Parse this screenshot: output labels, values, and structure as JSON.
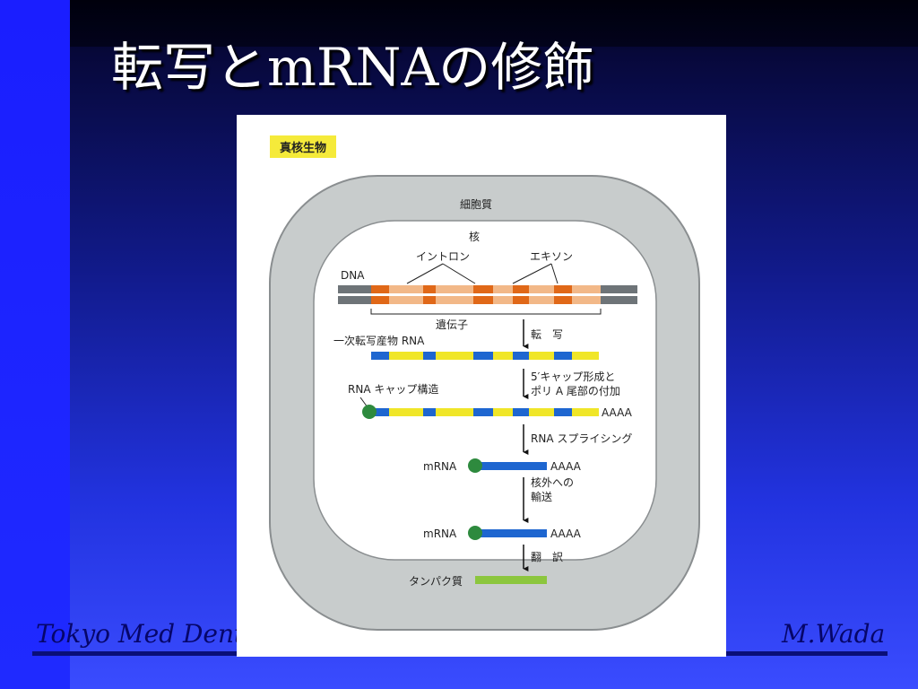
{
  "slide": {
    "title": "転写とmRNAの修飾",
    "footer_left": "Tokyo Med Dent U",
    "footer_right": "M.Wada"
  },
  "figure": {
    "organism_label": "真核生物",
    "cytoplasm_label": "細胞質",
    "nucleus_label": "核",
    "intron_label": "イントロン",
    "exon_label": "エキソン",
    "dna_label": "DNA",
    "gene_label": "遺伝子",
    "step_transcription": "転　写",
    "primary_transcript_label": "一次転写産物 RNA",
    "step_capping_line1": "5′キャップ形成と",
    "step_capping_line2": "ポリ A 尾部の付加",
    "cap_label": "RNA キャップ構造",
    "polya_tail": "AAAA",
    "step_splicing": "RNA スプライシング",
    "mrna_label": "mRNA",
    "step_export_line1": "核外への",
    "step_export_line2": "輸送",
    "step_translation": "翻　訳",
    "protein_label": "タンパク質"
  },
  "colors": {
    "cytoplasm": "#c8cccc",
    "nucleus": "#ffffff",
    "dna_strand": "#6e7478",
    "exon": "#e06818",
    "intron": "#f2b888",
    "rna_blue": "#1e66d0",
    "rna_yellow": "#f0e628",
    "cap_green": "#2e8a3e",
    "protein_green": "#8cc63e",
    "label_yellow": "#f5ea3a"
  }
}
